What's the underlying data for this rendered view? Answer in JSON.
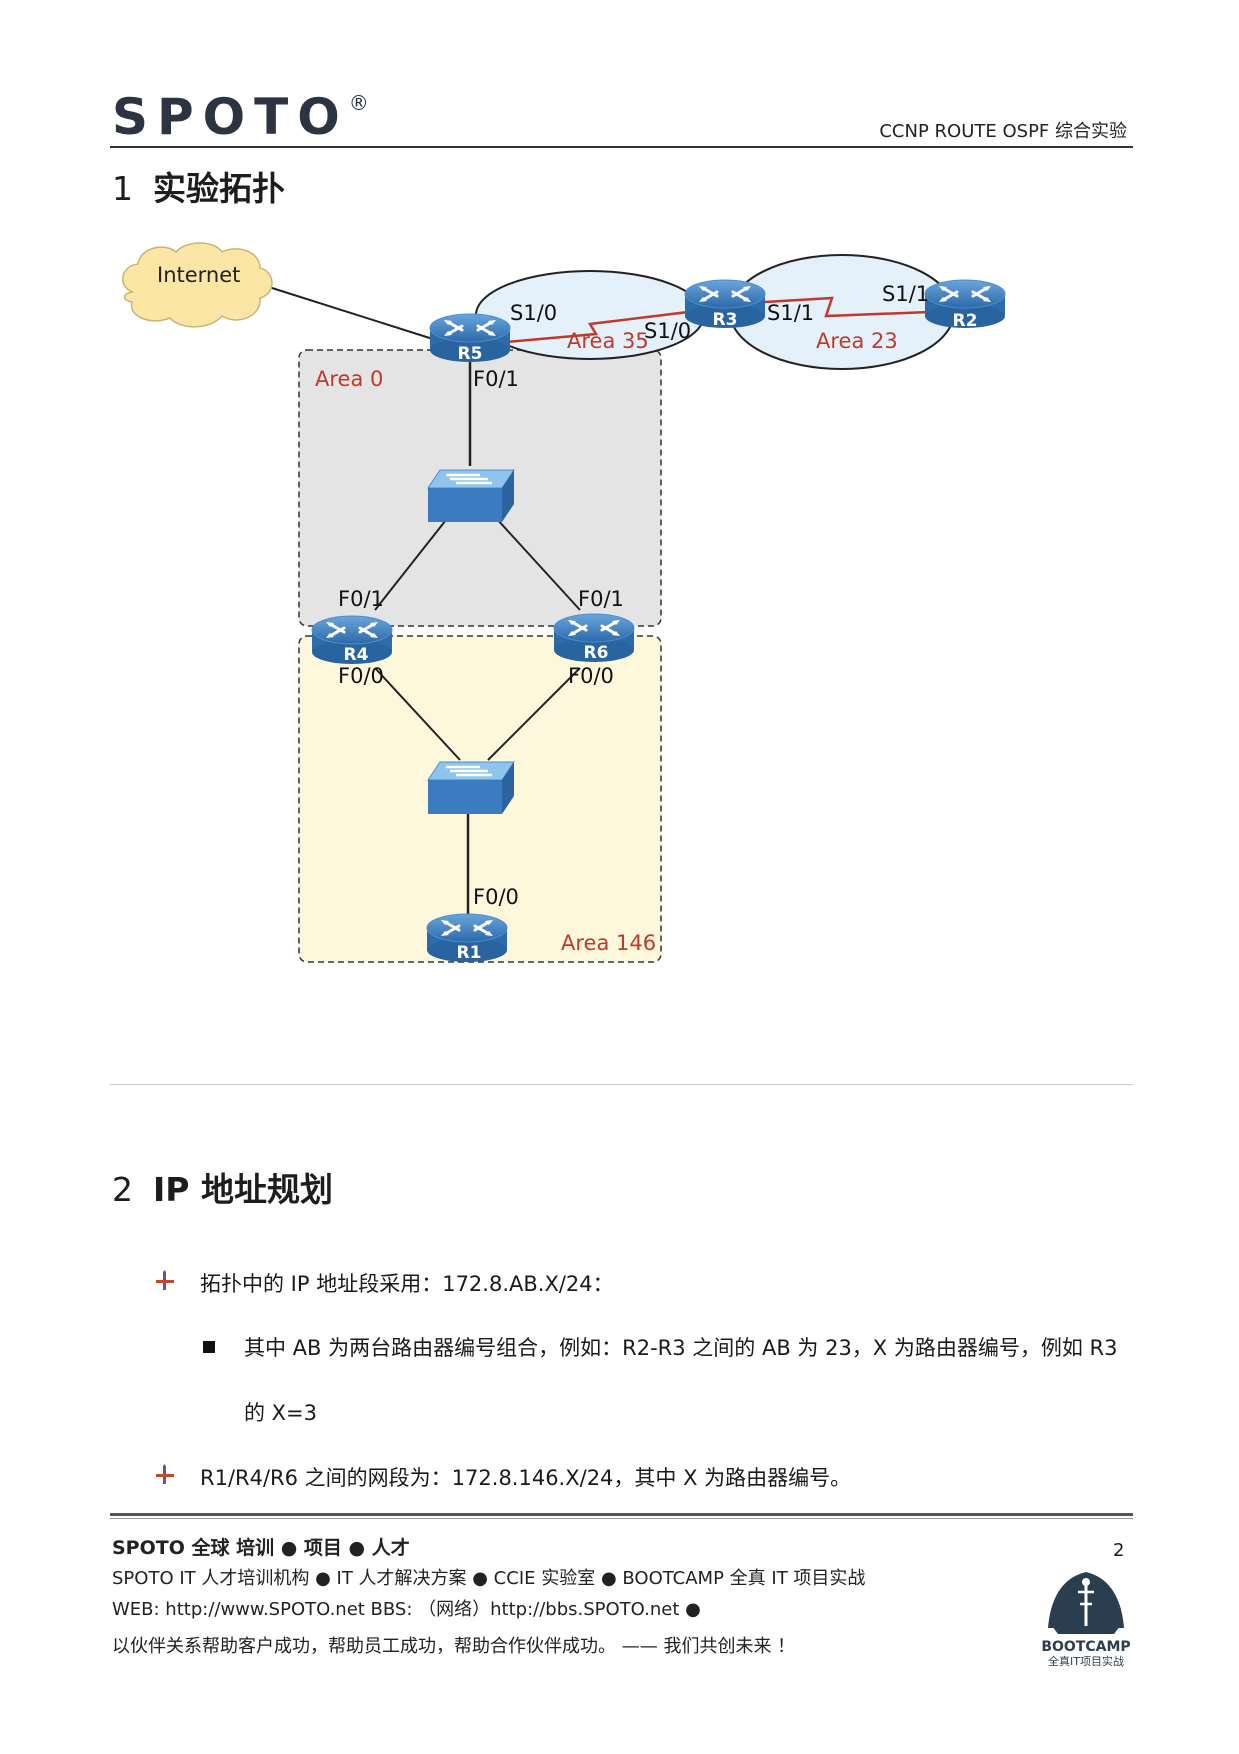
{
  "header": {
    "logo": "SPOTO",
    "logo_mark": "®",
    "doc_title": "CCNP ROUTE OSPF 综合实验"
  },
  "section1": {
    "num": "1",
    "title": "实验拓扑"
  },
  "topology": {
    "cloud": "Internet",
    "routers": {
      "r1": "R1",
      "r2": "R2",
      "r3": "R3",
      "r4": "R4",
      "r5": "R5",
      "r6": "R6"
    },
    "areas": {
      "area0": "Area 0",
      "area35": "Area 35",
      "area23": "Area 23",
      "area146": "Area 146"
    },
    "interfaces": {
      "r5_s10": "S1/0",
      "r3_s10": "S1/0",
      "r3_s11": "S1/1",
      "r2_s11": "S1/1",
      "r5_f01": "F0/1",
      "r4_f01": "F0/1",
      "r6_f01": "F0/1",
      "r4_f00": "F0/0",
      "r6_f00": "F0/0",
      "r1_f00": "F0/0"
    }
  },
  "section2": {
    "num": "2",
    "title": "IP 地址规划"
  },
  "bullets": [
    "拓扑中的 IP 地址段采用：172.8.AB.X/24：",
    "其中 AB 为两台路由器编号组合，例如：R2-R3 之间的 AB 为 23，X 为路由器编号，例如 R3",
    "的 X=3",
    "R1/R4/R6 之间的网段为：172.8.146.X/24，其中 X 为路由器编号。"
  ],
  "footer": {
    "brand": "SPOTO 全球   培训 ● 项目 ● 人才",
    "line2": "SPOTO IT 人才培训机构   ●   IT 人才解决方案   ●   CCIE 实验室   ●   BOOTCAMP  全真 IT 项目实战",
    "line3": "WEB: http://www.SPOTO.net      BBS: （网络）http://bbs.SPOTO.net   ●",
    "line4": "以伙伴关系帮助客户成功，帮助员工成功，帮助合作伙伴成功。    ——    我们共创未来  ！",
    "page_number": "2",
    "badge_title": "BOOTCAMP",
    "badge_sub": "全真IT项目实战"
  },
  "colors": {
    "router_blue": "#3f7fbf",
    "area_label_red": "#c0392b",
    "area0_fill": "#e4e4e4",
    "area146_fill": "#fdf8dc",
    "area_ellipse_fill": "#e4f1fa",
    "cloud_fill": "#fbe6a6"
  }
}
